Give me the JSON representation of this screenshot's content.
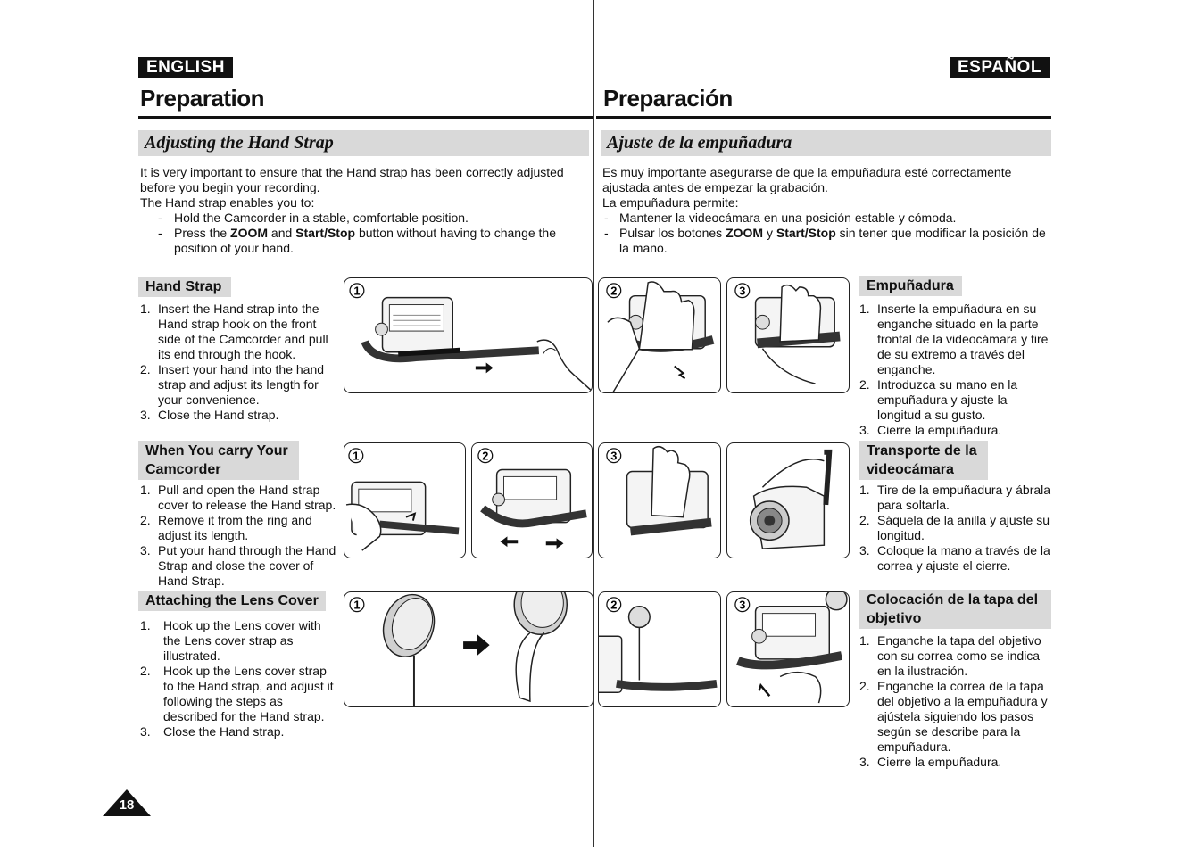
{
  "header": {
    "en_lang": "ENGLISH",
    "es_lang": "ESPAÑOL",
    "en_title": "Preparation",
    "es_title": "Preparación"
  },
  "en": {
    "section_title": "Adjusting the Hand Strap",
    "intro_1": "It is very important to ensure that the Hand strap has been correctly adjusted before you begin your recording.",
    "intro_2": "The Hand strap enables you to:",
    "bullet_1": "Hold the Camcorder in a stable, comfortable position.",
    "bullet_2_pre": "Press the ",
    "bullet_2_zoom": "ZOOM",
    "bullet_2_and": " and ",
    "bullet_2_startstop": "Start/Stop",
    "bullet_2_post": " button without having to change the position of your hand.",
    "hand_strap": {
      "heading": "Hand Strap",
      "steps": [
        "Insert the Hand strap into the Hand strap hook on the front side of the Camcorder and pull its end through the hook.",
        "Insert your hand into the hand strap and adjust its length for your convenience.",
        "Close the Hand strap."
      ]
    },
    "carry": {
      "heading": "When You carry Your Camcorder",
      "steps": [
        "Pull and open the Hand strap cover to release the Hand strap.",
        "Remove it from the ring and adjust its length.",
        "Put your hand through the Hand Strap and close the cover of Hand Strap."
      ]
    },
    "lens": {
      "heading": "Attaching the Lens Cover",
      "steps": [
        "Hook up the Lens cover with the Lens cover strap as illustrated.",
        "Hook up the Lens cover strap to the Hand strap, and adjust it following the steps as described for the Hand strap.",
        "Close the Hand strap."
      ]
    }
  },
  "es": {
    "section_title": "Ajuste de la empuñadura",
    "intro_1": "Es muy importante asegurarse de que la empuñadura esté correctamente ajustada antes de empezar la grabación.",
    "intro_2": "La empuñadura permite:",
    "bullet_1": "Mantener la videocámara en una posición estable y cómoda.",
    "bullet_2_pre": "Pulsar los botones ",
    "bullet_2_zoom": "ZOOM",
    "bullet_2_and": " y ",
    "bullet_2_startstop": "Start/Stop",
    "bullet_2_post": " sin tener que modificar la posición de la mano.",
    "hand_strap": {
      "heading": "Empuñadura",
      "steps": [
        "Inserte la empuñadura en su enganche situado en la parte frontal de la videocámara y tire de su extremo a través del enganche.",
        "Introduzca su mano en la empuñadura y ajuste la longitud a su gusto.",
        "Cierre la empuñadura."
      ]
    },
    "carry": {
      "heading": "Transporte de la videocámara",
      "steps": [
        "Tire de la empuñadura y ábrala para soltarla.",
        "Sáquela de la anilla y ajuste su longitud.",
        "Coloque la mano a través de la correa y ajuste el cierre."
      ]
    },
    "lens": {
      "heading": "Colocación de la tapa del objetivo",
      "steps": [
        "Enganche la tapa del objetivo con su correa como se indica en la ilustración.",
        "Enganche la correa de la tapa del objetivo a la empuñadura y ajústela siguiendo los pasos según se describe para la empuñadura.",
        "Cierre la empuñadura."
      ]
    }
  },
  "numbers": {
    "n1": "1.",
    "n2": "2.",
    "n3": "3.",
    "dash": "-"
  },
  "fig_labels": {
    "one": "1",
    "two": "2",
    "three": "3"
  },
  "page_number": "18",
  "icons": {
    "camcorder": "camcorder-icon",
    "hand": "hand-icon",
    "arrow": "arrow-icon",
    "lens_cap": "lens-cap-icon"
  }
}
